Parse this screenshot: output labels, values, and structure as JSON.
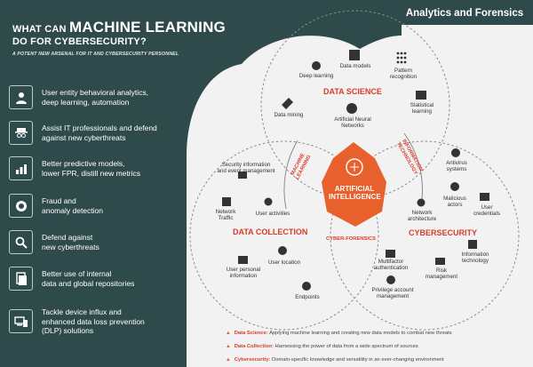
{
  "header": {
    "line1_a": "WHAT CAN",
    "line1_b": "MACHINE LEARNING",
    "line2": "DO FOR CYBERSECURITY?",
    "subtitle": "A POTENT NEW ARSENAL FOR IT AND CYBERSECURITY PERSONNEL"
  },
  "brand": "Analytics and Forensics",
  "benefits": [
    {
      "icon": "user-analytics-icon",
      "l1": "User entity behavioral analytics,",
      "l2": "deep learning, automation"
    },
    {
      "icon": "spy-icon",
      "l1": "Assist IT professionals and defend",
      "l2": "against new cyberthreats"
    },
    {
      "icon": "chart-icon",
      "l1": "Better predictive models,",
      "l2": "lower FPR, distill new metrics"
    },
    {
      "icon": "coin-icon",
      "l1": "Fraud and",
      "l2": "anomaly detection"
    },
    {
      "icon": "magnifier-icon",
      "l1": "Defend against",
      "l2": "new cyberthreats"
    },
    {
      "icon": "documents-icon",
      "l1": "Better use of internal",
      "l2": "data and global repositories"
    },
    {
      "icon": "devices-icon",
      "l1": "Tackle device influx and",
      "l2": "enhanced data loss prevention",
      "l3": "(DLP) solutions"
    }
  ],
  "diagram": {
    "sections": {
      "data_science": "DATA SCIENCE",
      "data_collection": "DATA COLLECTION",
      "cybersecurity": "CYBERSECURITY"
    },
    "center_l1": "ARTIFICIAL",
    "center_l2": "INTELLIGENCE",
    "arc_ml_1": "MACHINE",
    "arc_ml_2": "LEARNING",
    "arc_it_1": "INFORMATION",
    "arc_it_2": "TECHNOLOGY",
    "cyber_forensics": "CYBER-FORENSICS",
    "labels": {
      "deep_learning": "Deep learning",
      "data_models": "Data models",
      "pattern_1": "Pattern",
      "pattern_2": "recognition",
      "data_mining": "Data mining",
      "ann_1": "Artificial Neural",
      "ann_2": "Networks",
      "stat_1": "Statistical",
      "stat_2": "learning",
      "siem_1": "Security information",
      "siem_2": "and event management",
      "net_traffic_1": "Network",
      "net_traffic_2": "Traffic",
      "user_activities": "User activities",
      "user_personal_1": "User personal",
      "user_personal_2": "information",
      "user_location": "User location",
      "endpoints": "Endpoints",
      "antivirus_1": "Antivirus",
      "antivirus_2": "systems",
      "malicious_1": "Malicious",
      "malicious_2": "actors",
      "user_cred_1": "User",
      "user_cred_2": "credentials",
      "net_arch_1": "Network",
      "net_arch_2": "architecture",
      "mfa_1": "Multifactor",
      "mfa_2": "authentication",
      "risk_1": "Risk",
      "risk_2": "management",
      "info_tech_1": "Information",
      "info_tech_2": "technology",
      "pam_1": "Privilege account",
      "pam_2": "management"
    }
  },
  "legend": [
    {
      "term": "Data Science:",
      "desc": "Applying machine learning and creating new data models to combat new threats"
    },
    {
      "term": "Data Collection:",
      "desc": "Harnessing the power of data from a wide spectrum of sources"
    },
    {
      "term": "Cybersecurity:",
      "desc": "Domain-specific knowledge and versatility in an ever-changing environment"
    }
  ],
  "colors": {
    "background": "#2f4a4b",
    "panel": "#f2f2f2",
    "accent": "#d93b2b",
    "accent_orange": "#e8602c"
  }
}
